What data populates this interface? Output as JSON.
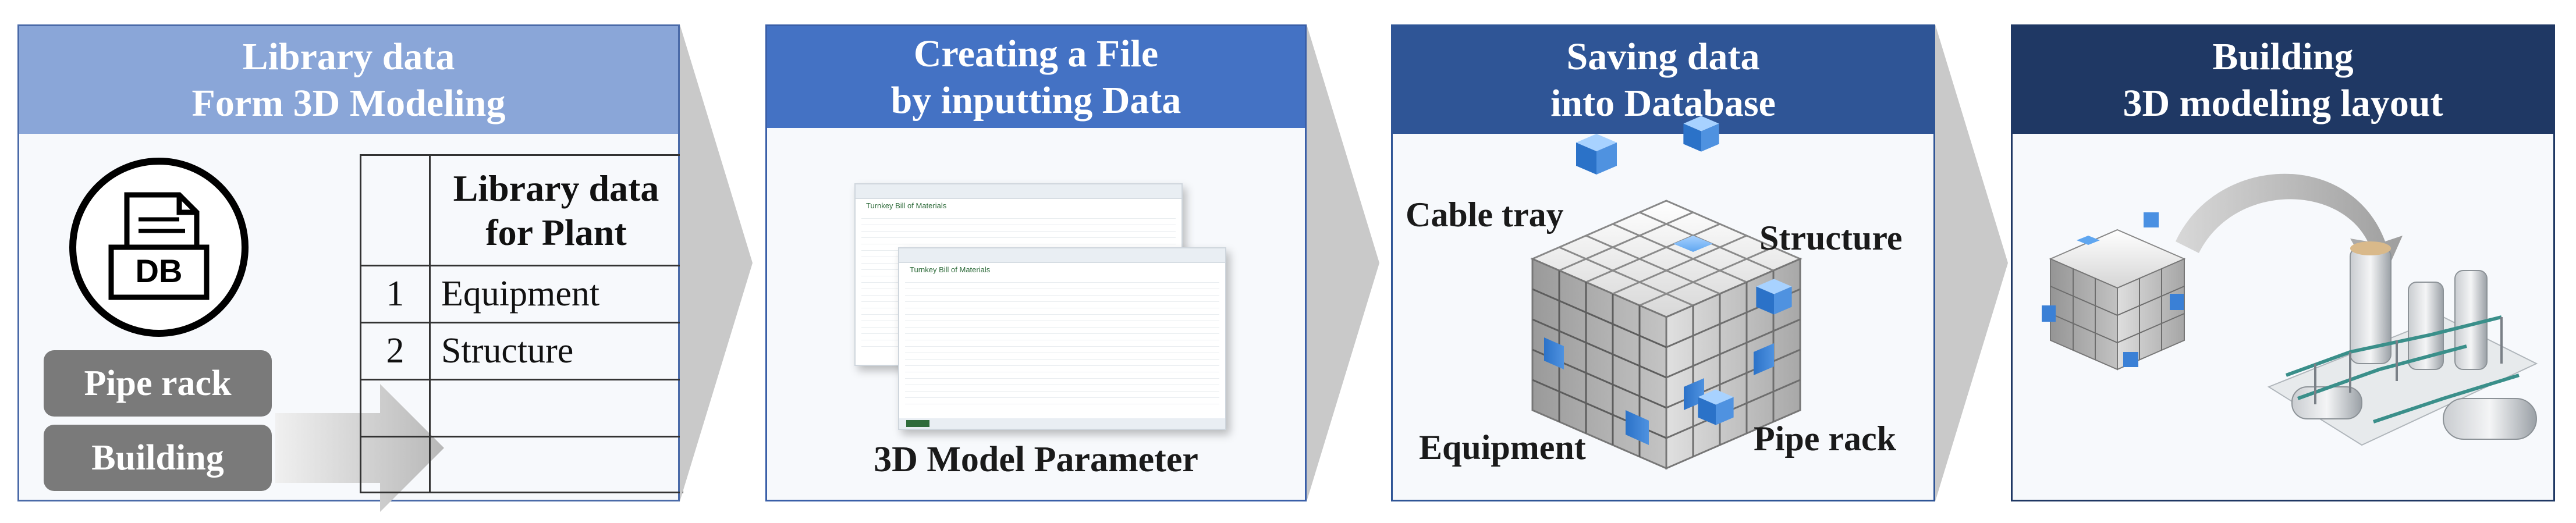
{
  "colors": {
    "panel1_header": "#8aa6d8",
    "panel2_header": "#4472c4",
    "panel3_header": "#2f5596",
    "panel4_header": "#1f3864",
    "chevron": "#c9c9c9",
    "button_gray": "#7a7a7a",
    "cube_blue": "#4a90e2"
  },
  "panels": [
    {
      "title_line1": "Library data",
      "title_line2": "Form 3D Modeling"
    },
    {
      "title_line1": "Creating a File",
      "title_line2": "by inputting Data"
    },
    {
      "title_line1": "Saving data",
      "title_line2": "into Database"
    },
    {
      "title_line1": "Building",
      "title_line2": "3D modeling layout"
    }
  ],
  "panel1": {
    "db_icon_label": "DB",
    "buttons": [
      "Pipe rack",
      "Building"
    ],
    "table": {
      "header_line1": "Library data",
      "header_line2": "for Plant",
      "rows": [
        {
          "num": "1",
          "label": "Equipment"
        },
        {
          "num": "2",
          "label": "Structure"
        },
        {
          "num": "",
          "label": ""
        },
        {
          "num": "",
          "label": ""
        }
      ]
    }
  },
  "panel2": {
    "caption": "3D Model Parameter",
    "sheet_title": "Turnkey Bill of Materials"
  },
  "panel3": {
    "labels": {
      "cable_tray": "Cable tray",
      "structure": "Structure",
      "equipment": "Equipment",
      "pipe_rack": "Pipe rack"
    }
  }
}
